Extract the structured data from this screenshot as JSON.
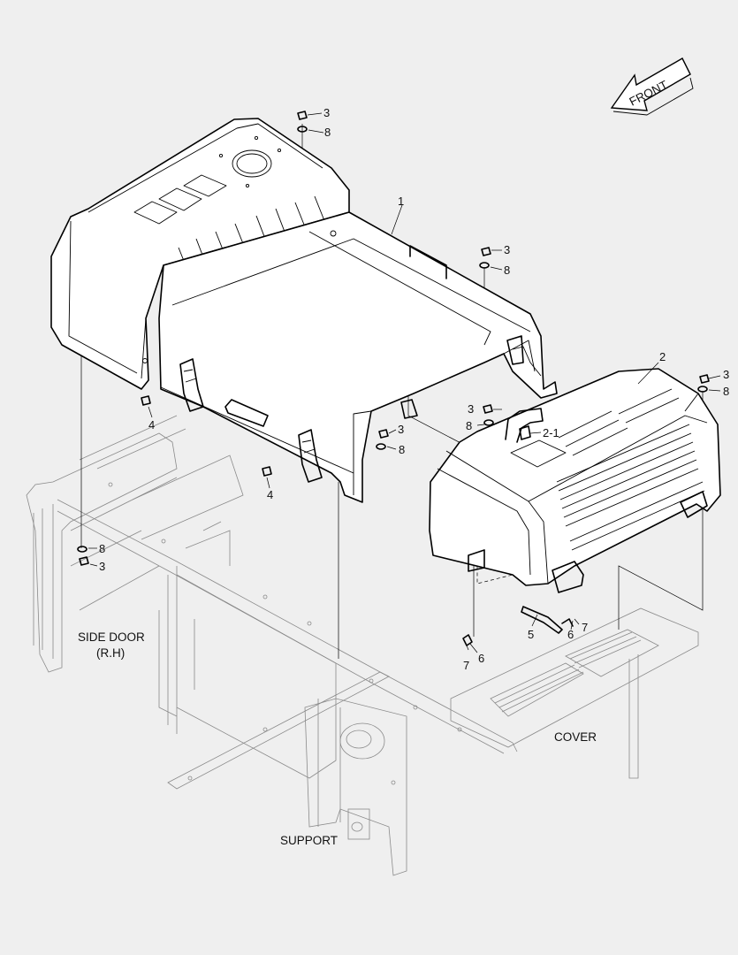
{
  "direction": {
    "label": "FRONT"
  },
  "callouts": {
    "c1": "1",
    "c2": "2",
    "c2_1": "2-1",
    "c3": "3",
    "c4": "4",
    "c5": "5",
    "c6": "6",
    "c7": "7",
    "c8": "8"
  },
  "notes": {
    "side_door_line1": "SIDE DOOR",
    "side_door_line2": "(R.H)",
    "cover": "COVER",
    "support": "SUPPORT"
  }
}
